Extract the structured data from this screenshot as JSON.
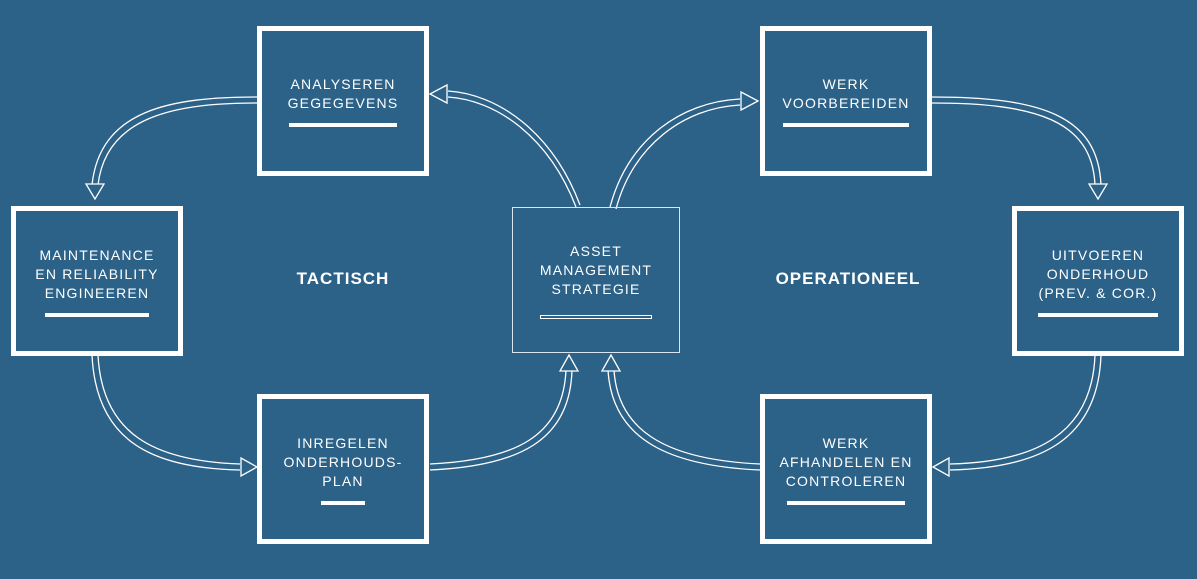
{
  "colors": {
    "background": "#2c6188",
    "foreground": "#ffffff"
  },
  "diagram": {
    "sections": {
      "left": "TACTISCH",
      "right": "OPERATIONEEL"
    },
    "center": {
      "label": "ASSET\nMANAGEMENT\nSTRATEGIE"
    },
    "nodes": {
      "analyseren": "ANALYSEREN\nGEGEGEVENS",
      "maintenance": "MAINTENANCE\nEN RELIABILITY\nENGINEEREN",
      "inregelen": "INREGELEN\nONDERHOUDS-\nPLAN",
      "werk_voorbereiden": "WERK\nVOORBEREIDEN",
      "uitvoeren": "UITVOEREN\nONDERHOUD\n(PREV. & COR.)",
      "werk_afhandelen": "WERK\nAFHANDELEN EN\nCONTROLEREN"
    }
  }
}
